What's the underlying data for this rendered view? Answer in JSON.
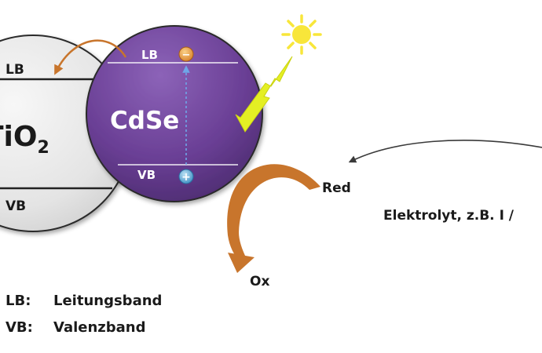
{
  "tio2": {
    "label_main": "TiO",
    "label_sub": "2",
    "band_top": "LB",
    "band_bottom": "VB"
  },
  "cdse": {
    "label": "CdSe",
    "band_top": "LB",
    "band_bottom": "VB",
    "electron_sign": "−",
    "hole_sign": "+"
  },
  "redox": {
    "red": "Red",
    "ox": "Ox",
    "electrolyte": "Elektrolyt, z.B. I /"
  },
  "legend": {
    "lb_abbr": "LB:",
    "lb_text": "Leitungsband",
    "vb_abbr": "VB:",
    "vb_text": "Valenzband"
  },
  "colors": {
    "tio2_fill": "#e6e6e6",
    "cdse_fill": "#6a3f95",
    "arrow_orange": "#c8752c",
    "lightning": "#e4ef24",
    "sun": "#f8e63a",
    "text": "#1a1a1a"
  },
  "icons": [
    "sun-icon",
    "lightning-icon",
    "electron-icon",
    "hole-icon"
  ]
}
